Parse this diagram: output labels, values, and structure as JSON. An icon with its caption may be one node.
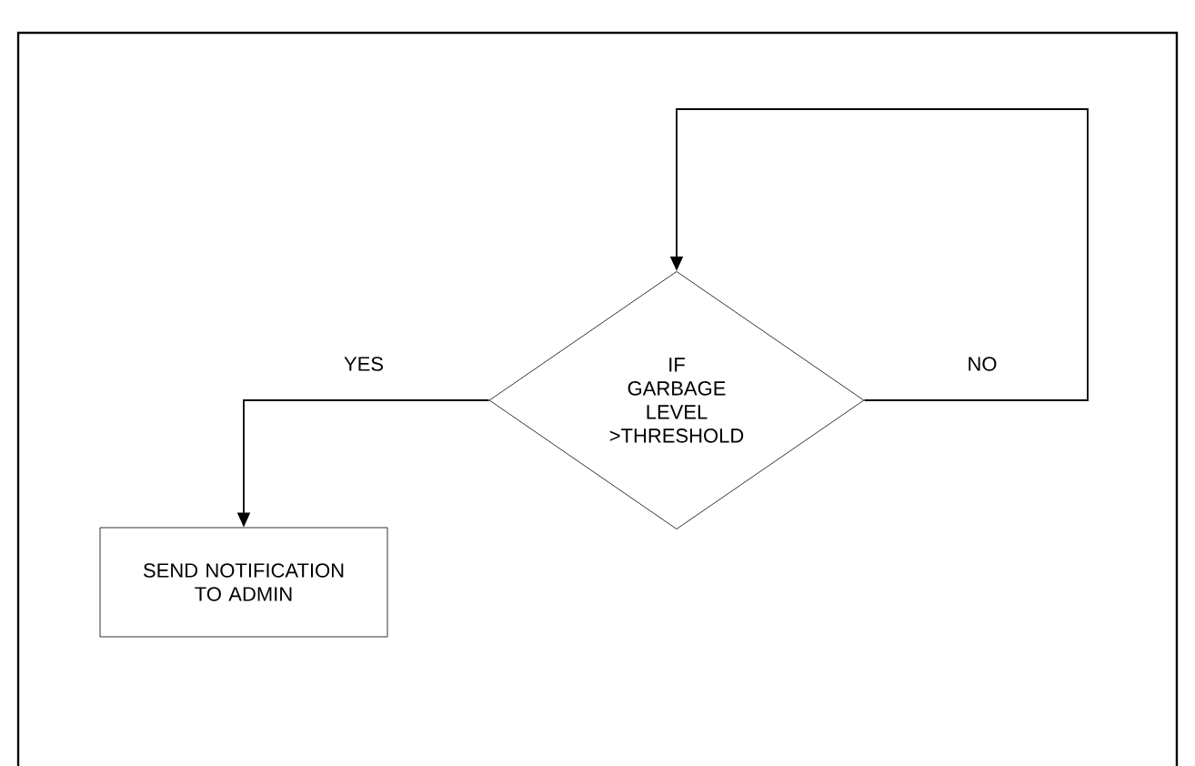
{
  "diagram": {
    "nodes": [
      {
        "text": [
          "IF GARBAGE LEVEL >THRESHOLD"
        ]
      },
      {
        "text": [
          "SEND NOTIFICATION TO ADMIN"
        ]
      }
    ],
    "edges": [
      {
        "from": 0,
        "to": 1,
        "arrow": "to",
        "label": "YES"
      },
      {
        "from": 0,
        "to": 0,
        "arrow": "to",
        "label": "NO"
      }
    ]
  }
}
